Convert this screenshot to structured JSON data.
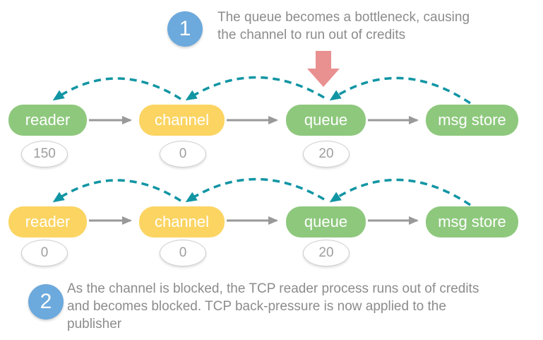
{
  "steps": [
    {
      "number": "1",
      "text": "The queue becomes a bottleneck, causing\nthe channel to run out of credits"
    },
    {
      "number": "2",
      "text": "As the channel is blocked, the TCP reader process runs out of credits\nand becomes blocked. TCP back-pressure is now applied to the\npublisher"
    }
  ],
  "rows": [
    {
      "nodes": [
        {
          "label": "reader",
          "state_color": "green",
          "credits": "150"
        },
        {
          "label": "channel",
          "state_color": "yellow",
          "credits": "0"
        },
        {
          "label": "queue",
          "state_color": "green",
          "credits": "20"
        },
        {
          "label": "msg store",
          "state_color": "green"
        }
      ]
    },
    {
      "nodes": [
        {
          "label": "reader",
          "state_color": "yellow",
          "credits": "0"
        },
        {
          "label": "channel",
          "state_color": "yellow",
          "credits": "0"
        },
        {
          "label": "queue",
          "state_color": "green",
          "credits": "20"
        },
        {
          "label": "msg store",
          "state_color": "green"
        }
      ]
    }
  ],
  "colors": {
    "green": "#8EC87D",
    "yellow": "#FBD462",
    "teal": "#1195A3",
    "step_blue": "#6CA9DC",
    "text_gray": "#8C8C8C",
    "arrow_gray": "#999999",
    "red": "#E99090",
    "badge_border": "#CDCDCD",
    "badge_text": "#9E9E9E"
  }
}
